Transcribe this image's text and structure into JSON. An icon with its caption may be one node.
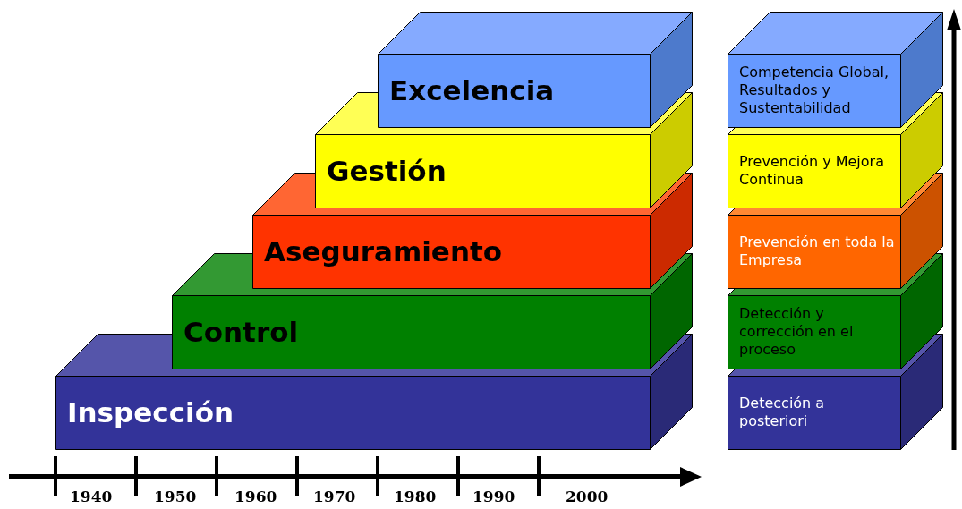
{
  "diagram": {
    "nodes": [
      {
        "text": [
          "Excelencia"
        ]
      },
      {
        "text": [
          "Gestión"
        ]
      },
      {
        "text": [
          "Aseguramiento"
        ]
      },
      {
        "text": [
          "Control"
        ]
      },
      {
        "text": [
          "Inspección"
        ]
      },
      {
        "text": [
          "Competencia Global, Resultados y Sustentabilidad"
        ]
      },
      {
        "text": [
          "Prevención y Mejora Continua"
        ]
      },
      {
        "text": [
          "Prevención en toda la Empresa"
        ]
      },
      {
        "text": [
          "Detección y corrección en el proceso"
        ]
      },
      {
        "text": [
          "Detección a posteriori"
        ]
      }
    ],
    "edges": [],
    "labels": [
      "1940",
      "1950",
      "1960",
      "1970",
      "1980",
      "1990",
      "2000"
    ]
  }
}
